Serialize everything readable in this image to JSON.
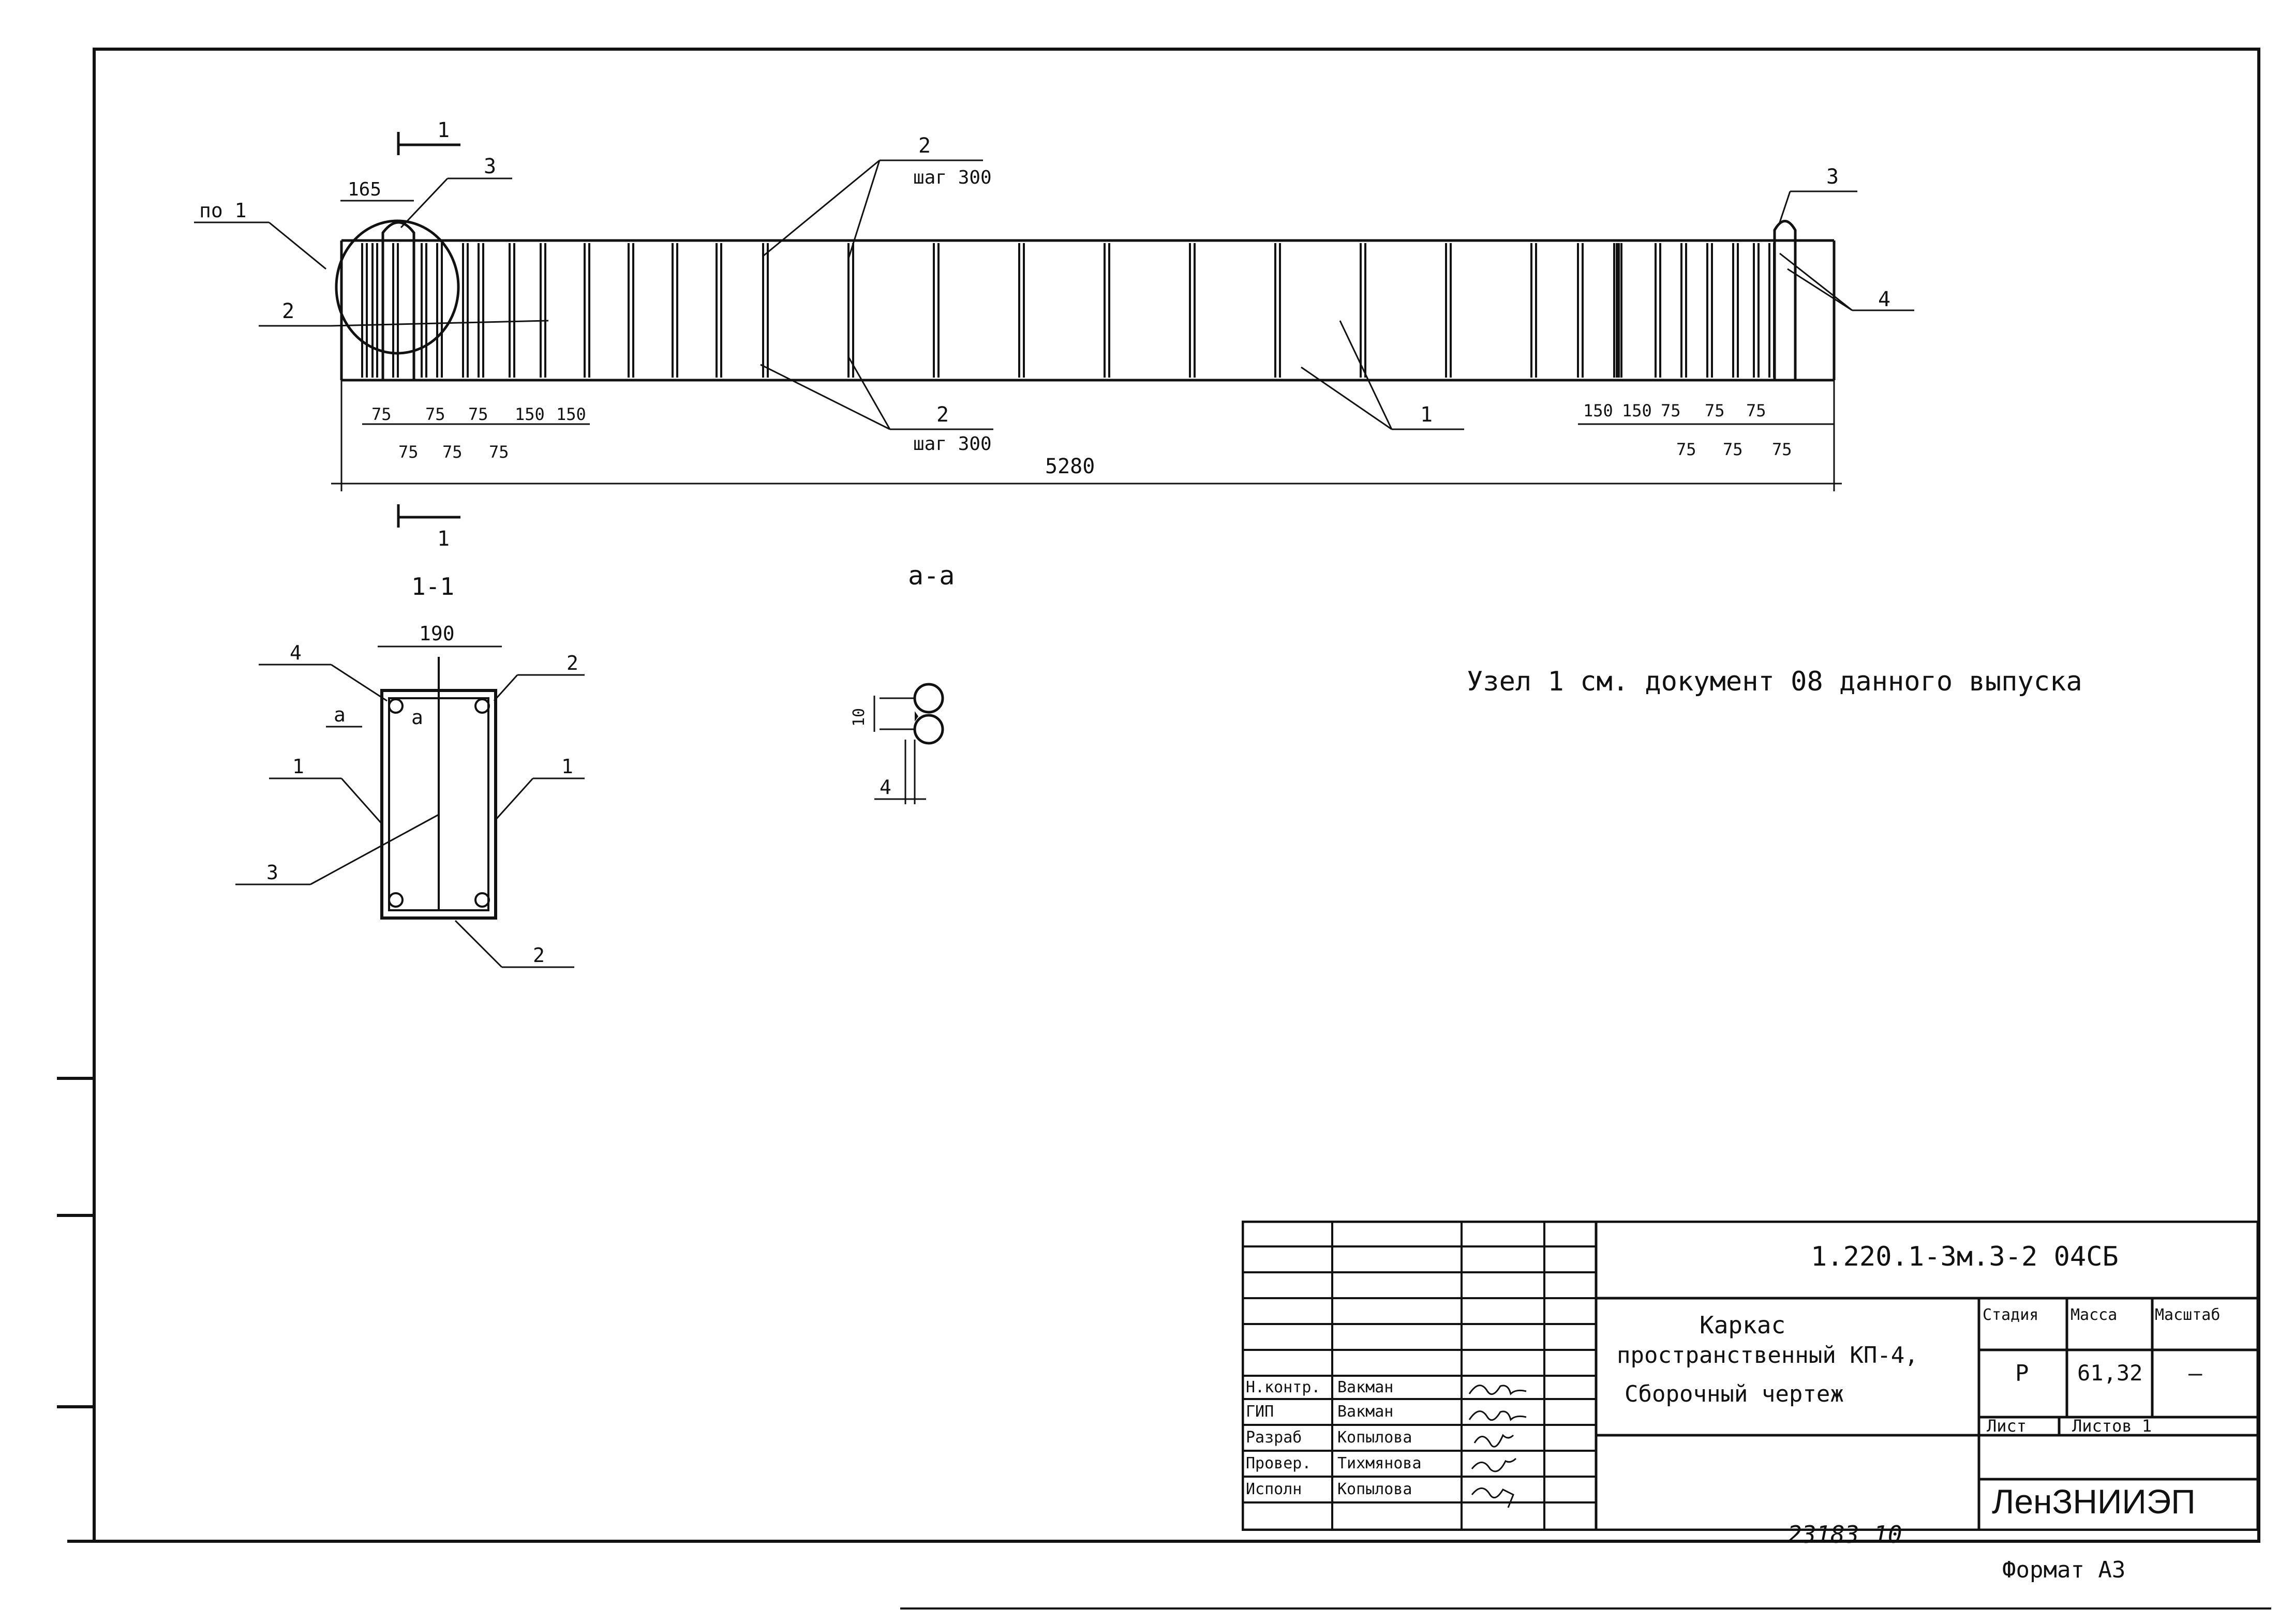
{
  "main_view": {
    "marks": {
      "pos1": "по 1",
      "dim_165": "165",
      "mark_3_left": "3",
      "mark_2_top": "2",
      "step_top": "шаг 300",
      "mark_3_right": "3",
      "mark_4": "4",
      "mark_2_left": "2",
      "mark_2_bottom": "2",
      "step_bottom": "шаг 300",
      "mark_1": "1",
      "section_top": "1",
      "section_bottom": "1"
    },
    "dims_left_top": [
      "75",
      "75",
      "75",
      "150",
      "150"
    ],
    "dims_left_bottom": [
      "75",
      "75",
      "75"
    ],
    "dims_right_top": [
      "150",
      "150",
      "75",
      "75",
      "75"
    ],
    "dims_right_bottom": [
      "75",
      "75",
      "75"
    ],
    "overall": "5280"
  },
  "section_view": {
    "title": "1-1",
    "width": "190",
    "labels": [
      "4",
      "2",
      "a",
      "a",
      "1",
      "1",
      "3",
      "2"
    ]
  },
  "detail_view": {
    "title": "а-а",
    "dim_10": "10",
    "dim_4": "4"
  },
  "note": "Узел 1 см. документ 08 данного выпуска",
  "title_block": {
    "doc_code": "1.220.1-3м.3-2   04СБ",
    "name_line1": "Каркас",
    "name_line2": "пространственный КП-4,",
    "name_line3": "Сборочный   чертеж",
    "header_stage": "Стадия",
    "header_mass": "Масса",
    "header_scale": "Масштаб",
    "stage": "Р",
    "mass": "61,32",
    "scale": "—",
    "sheet_label": "Лист",
    "sheets_label": "Листов 1",
    "organization": "ЛенЗНИИЭП",
    "roles": [
      {
        "role": "Н.контр.",
        "name": "Вакман"
      },
      {
        "role": "ГИП",
        "name": "Вакман"
      },
      {
        "role": "Разраб",
        "name": "Копылова"
      },
      {
        "role": "Провер.",
        "name": "Тихмянова"
      },
      {
        "role": "Исполн",
        "name": "Копылова"
      }
    ],
    "inventory": "23183   10",
    "format": "Формат А3"
  }
}
